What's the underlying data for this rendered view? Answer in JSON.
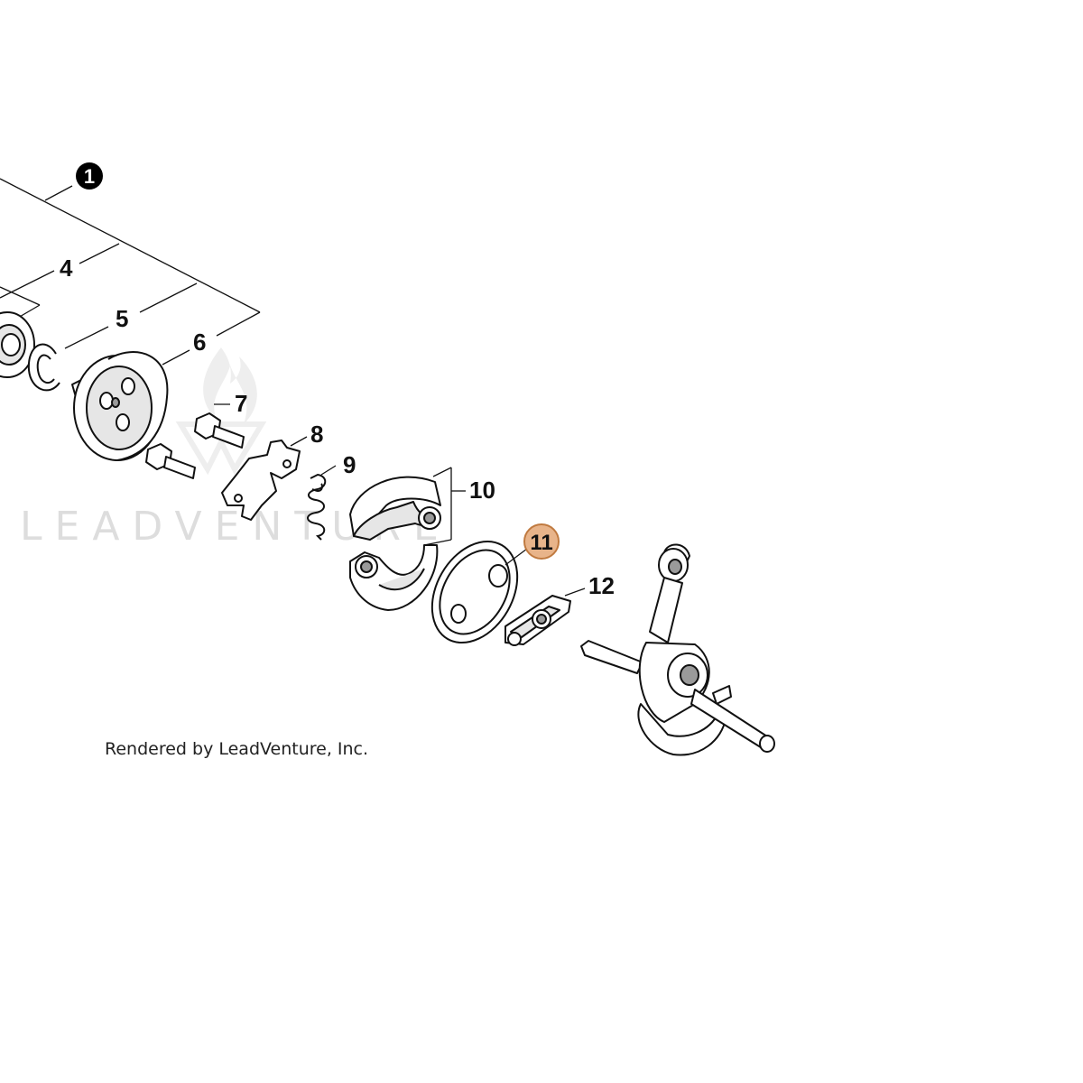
{
  "diagram": {
    "callouts": {
      "c1": "1",
      "c4": "4",
      "c5": "5",
      "c6": "6",
      "c7": "7",
      "c8": "8",
      "c9": "9",
      "c10": "10",
      "c11": "11",
      "c12": "12"
    },
    "credit": "Rendered by LeadVenture, Inc.",
    "watermark": "LEADVENTURE",
    "highlight_color": "#e8b48a",
    "highlight_border": "#c07a40",
    "highlighted_part": "11"
  }
}
